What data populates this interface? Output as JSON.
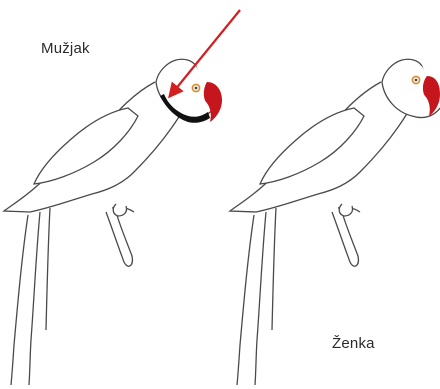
{
  "labels": {
    "male": "Mužjak",
    "female": "Ženka"
  },
  "colors": {
    "outline": "#4a4a4a",
    "beak": "#c4161c",
    "eye_ring": "#d98a2b",
    "neck_ring": "#111111",
    "arrow": "#d21f1f",
    "background": "#ffffff"
  },
  "figures": [
    {
      "id": "male",
      "has_neck_ring": true,
      "highlighted_by_arrow": true
    },
    {
      "id": "female",
      "has_neck_ring": false,
      "highlighted_by_arrow": false
    }
  ]
}
